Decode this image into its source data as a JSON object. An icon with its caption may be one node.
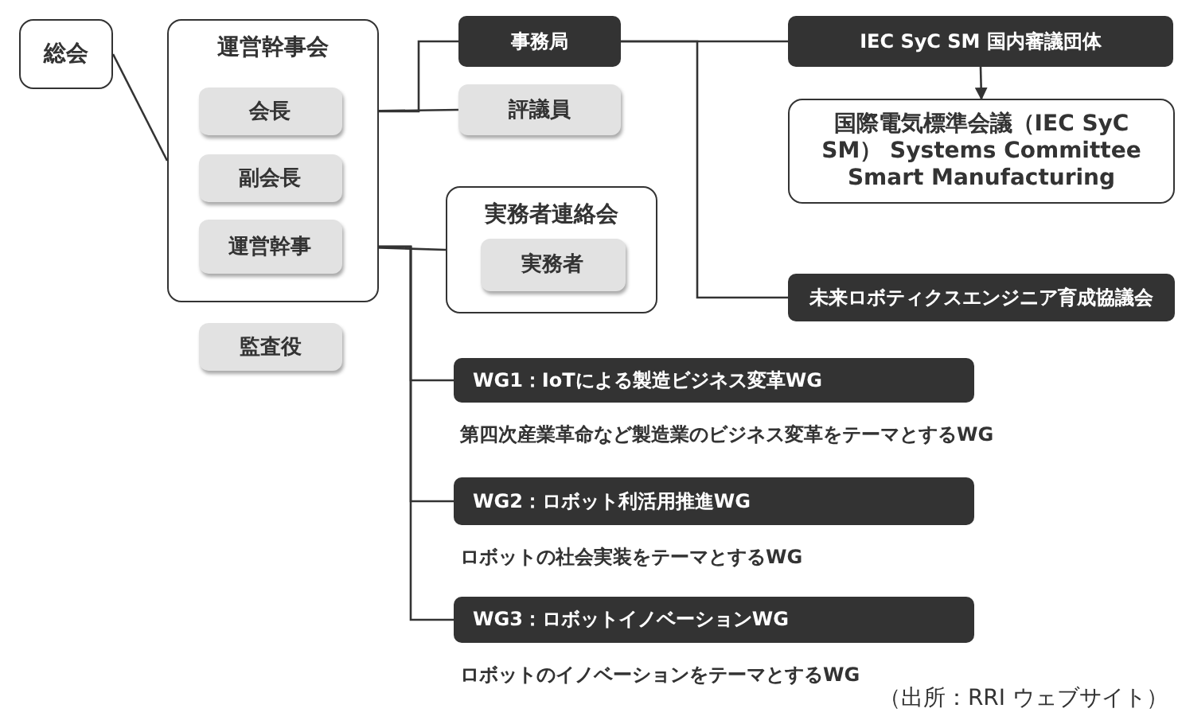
{
  "diagram": {
    "nodes": [
      {
        "text": [
          "総会"
        ]
      },
      {
        "text": [
          "運営幹事会"
        ]
      },
      {
        "text": [
          "会長"
        ],
        "in": 1
      },
      {
        "text": [
          "副会長"
        ],
        "in": 1
      },
      {
        "text": [
          "運営幹事"
        ],
        "in": 1
      },
      {
        "text": [
          "監査役"
        ]
      },
      {
        "text": [
          "事務局"
        ]
      },
      {
        "text": [
          "評議員"
        ]
      },
      {
        "text": [
          "実務者連絡会"
        ]
      },
      {
        "text": [
          "実務者"
        ],
        "in": 8
      },
      {
        "text": [
          "IEC SyC SM 国内審議団体"
        ]
      },
      {
        "text": [
          "国際電気標準会議（IEC SyC SM） Systems Committee Smart Manufacturing"
        ]
      },
      {
        "text": [
          "未来ロボティクスエンジニア育成協議会"
        ]
      },
      {
        "text": [
          "WG1：IoTによる製造ビジネス変革WG"
        ],
        "beside": [
          "第四次産業革命など製造業のビジネス変革をテーマとするWG"
        ]
      },
      {
        "text": [
          "WG2：ロボット利活用推進WG"
        ],
        "beside": [
          "ロボットの社会実装をテーマとするWG"
        ]
      },
      {
        "text": [
          "WG3：ロボットイノベーションWG"
        ],
        "beside": [
          "ロボットのイノベーションをテーマとするWG"
        ]
      }
    ],
    "edges": [
      {
        "from": 0,
        "to": 1,
        "arrow": "none"
      },
      {
        "from": 2,
        "to": 6,
        "arrow": "none"
      },
      {
        "from": 2,
        "to": 7,
        "arrow": "none"
      },
      {
        "from": 6,
        "to": 10,
        "arrow": "none"
      },
      {
        "from": 6,
        "to": 12,
        "arrow": "none"
      },
      {
        "from": 10,
        "to": 11,
        "arrow": "to"
      },
      {
        "from": 4,
        "to": 8,
        "arrow": "none"
      },
      {
        "from": 4,
        "to": 13,
        "arrow": "none"
      },
      {
        "from": 4,
        "to": 14,
        "arrow": "none"
      },
      {
        "from": 4,
        "to": 15,
        "arrow": "none"
      }
    ],
    "labels": [
      "（出所：RRI ウェブサイト）"
    ]
  }
}
